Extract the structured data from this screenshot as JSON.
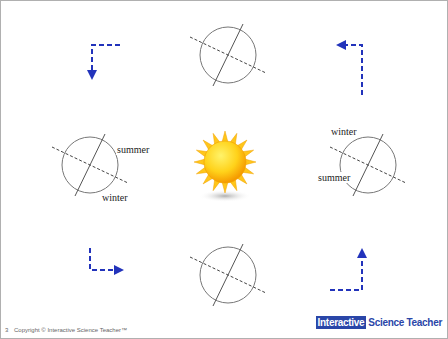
{
  "diagram": {
    "labels": [
      "summer",
      "winter",
      "winter",
      "summer",
      "3",
      "Copyright © Interactive Science Teacher™",
      "Interactive",
      "Science Teacher"
    ]
  }
}
